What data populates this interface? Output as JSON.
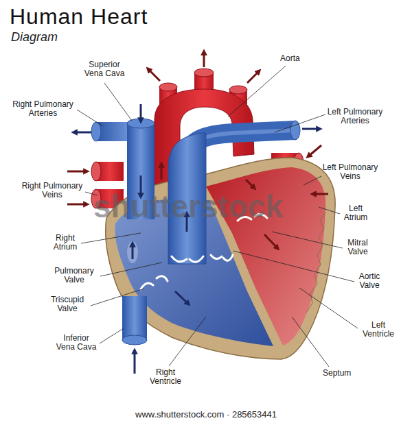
{
  "diagram": {
    "title": "Human Heart",
    "labels": [
      "Diagram",
      "Superior Vena Cava",
      "Aorta",
      "Right Pulmonary Arteries",
      "Left Pulmonary Arteries",
      "Left Pulmonary Veins",
      "Right Pulmonary Veins",
      "Left Atrium",
      "Right Atrium",
      "Mitral Valve",
      "Pulmonary Valve",
      "Aortic Valve",
      "Triscupid Valve",
      "Left Ventricle",
      "Inferior Vena Cava",
      "Right Ventricle",
      "Septum",
      "shutterstock",
      "www.shutterstock.com · 285653441"
    ]
  }
}
